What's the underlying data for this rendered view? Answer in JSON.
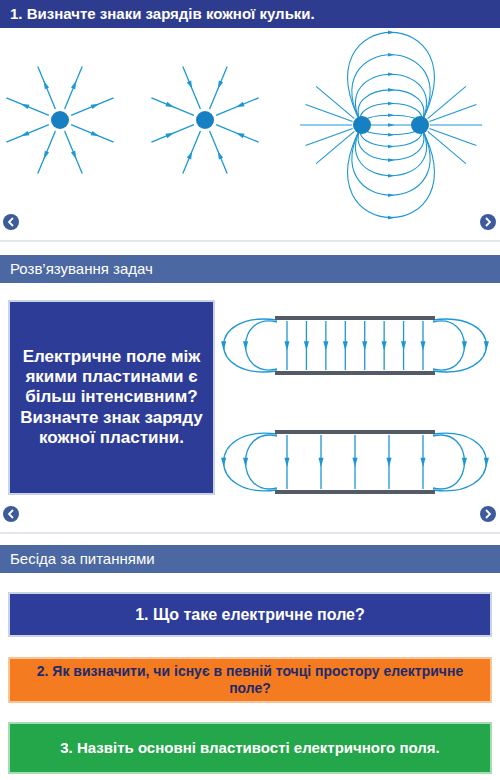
{
  "diagram": {
    "nodes": [
      {
        "text": [
          "1. Визначте знаки зарядів кожної кульки."
        ]
      },
      {
        "text": [
          "Розв’язування задач"
        ]
      },
      {
        "text": [
          "Електричне поле між якими пластинами є більш інтенсивним? Визначте знак заряду кожної пластини."
        ]
      },
      {
        "text": [
          "Бесіда за питаннями"
        ]
      },
      {
        "text": [
          "1. Що таке електричне поле?"
        ]
      },
      {
        "text": [
          "2. Як визначити, чи існує в певній точці простору електричне поле?"
        ]
      },
      {
        "text": [
          "3. Назвіть основні властивості електричного поля."
        ]
      }
    ]
  }
}
